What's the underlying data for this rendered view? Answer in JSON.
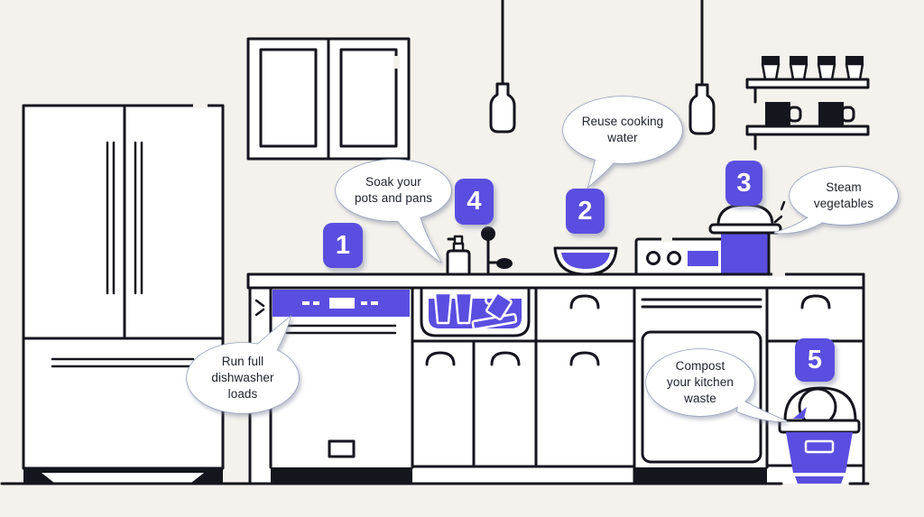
{
  "scene": {
    "colors": {
      "accent": "#5a4ee0",
      "bg": "#f4f2ec",
      "ink": "#15151e",
      "bubble_border": "#96a0bc"
    }
  },
  "steps": [
    {
      "number": "1",
      "tip": "Run full dishwasher loads",
      "lines": [
        "Run full",
        "dishwasher",
        "loads"
      ],
      "target": "dishwasher"
    },
    {
      "number": "2",
      "tip": "Reuse cooking water",
      "lines": [
        "Reuse cooking",
        "water"
      ],
      "target": "bowl-of-cooking-water"
    },
    {
      "number": "3",
      "tip": "Steam vegetables",
      "lines": [
        "Steam",
        "vegetables"
      ],
      "target": "steaming-pot"
    },
    {
      "number": "4",
      "tip": "Soak your pots and pans",
      "lines": [
        "Soak your",
        "pots and pans"
      ],
      "target": "sink-with-dishes"
    },
    {
      "number": "5",
      "tip": "Compost your kitchen waste",
      "lines": [
        "Compost",
        "your kitchen",
        "waste"
      ],
      "target": "compost-bin"
    }
  ],
  "illustration": {
    "items": [
      "refrigerator",
      "wall-cabinet",
      "pendant-lights",
      "shelf-with-glasses",
      "shelf-with-mugs",
      "countertop",
      "dishwasher",
      "kitchen-sink",
      "soap-dispenser",
      "faucet",
      "bowl-of-cooking-water",
      "stove-with-steaming-pot",
      "oven",
      "base-cabinets",
      "compost-bin"
    ]
  }
}
